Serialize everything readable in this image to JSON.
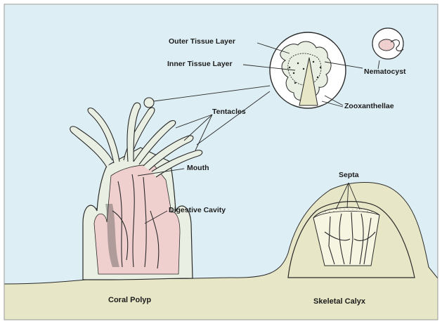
{
  "labels": {
    "outer_tissue_layer": "Outer Tissue Layer",
    "inner_tissue_layer": "Inner Tissue Layer",
    "nematocyst": "Nematocyst",
    "zooxanthellae": "Zooxanthellae",
    "tentacles": "Tentacles",
    "mouth": "Mouth",
    "digestive_cavity": "Digestive Cavity",
    "septa": "Septa"
  },
  "captions": {
    "coral_polyp": "Coral Polyp",
    "skeletal_calyx": "Skeletal Calyx"
  },
  "colors": {
    "background": "#ddeef4",
    "substrate": "#e7e6c6",
    "tissue_pink": "#f0cfcf",
    "polyp_body": "#e9efe2",
    "ink": "#2a2a2a"
  }
}
